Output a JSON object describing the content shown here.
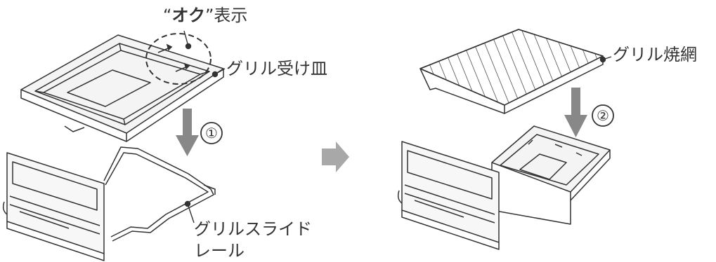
{
  "labels": {
    "oku_display_quote_open": "“",
    "oku_display_word": "オク",
    "oku_display_quote_close": "”",
    "oku_display_suffix": "表示",
    "grill_drip_pan": "グリル受け皿",
    "grill_slide_rail_line1": "グリルスライド",
    "grill_slide_rail_line2": "レール",
    "grill_grate": "グリル焼網"
  },
  "steps": {
    "step1": "①",
    "step2": "②"
  },
  "colors": {
    "line": "#333333",
    "arrow_gray": "#888888",
    "next_arrow": "#a8a8a8"
  }
}
